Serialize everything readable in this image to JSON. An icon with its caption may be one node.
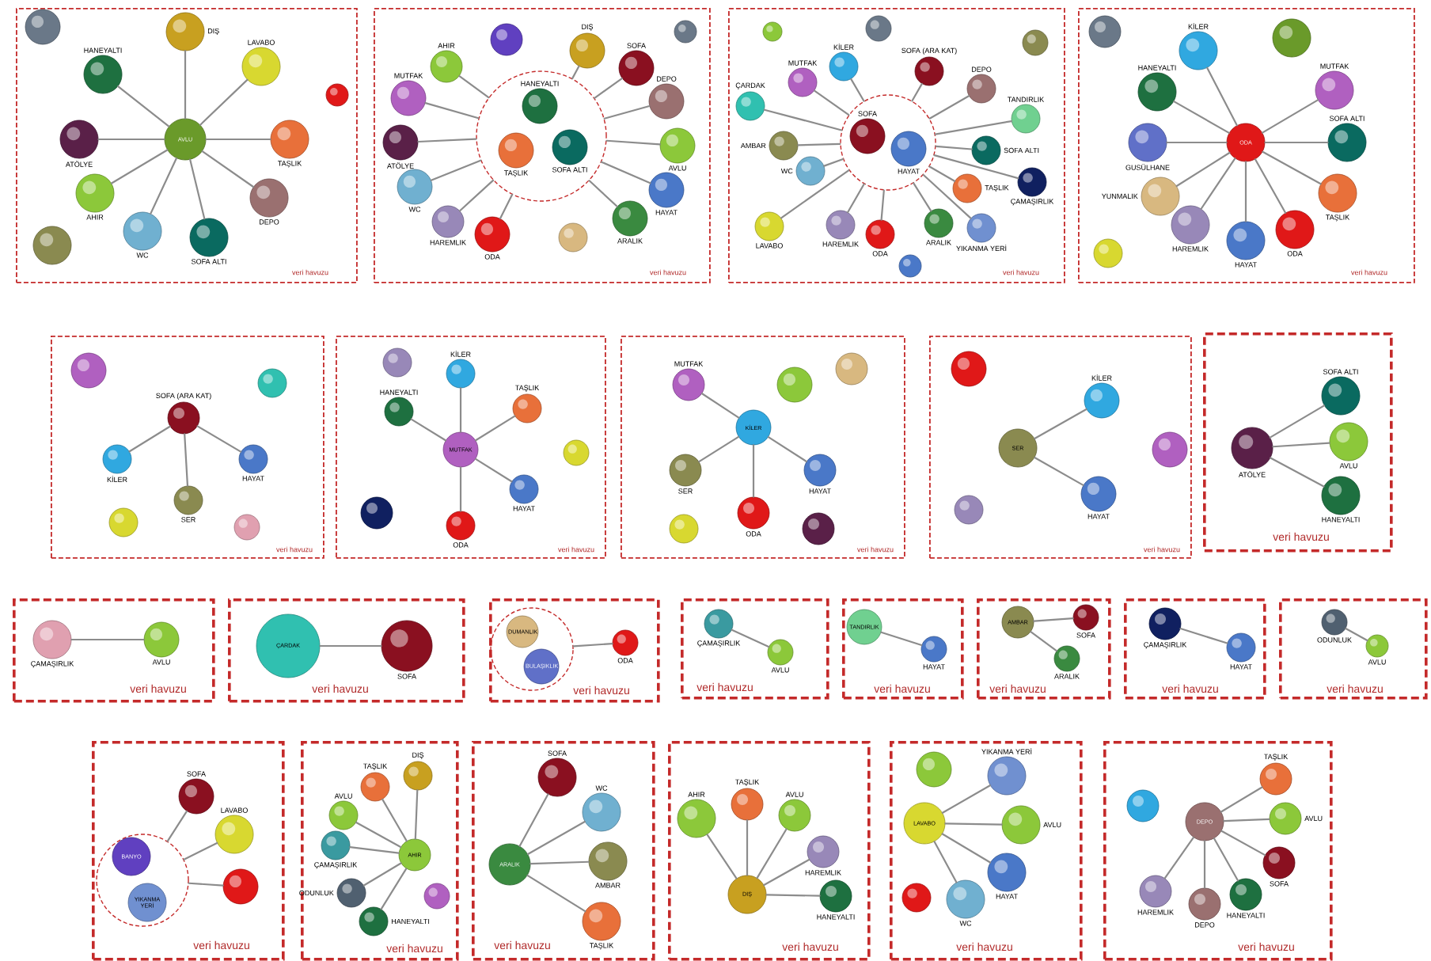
{
  "diagram": {
    "nodes": [
      {
        "text": [
          "veri havuzu"
        ]
      },
      {
        "text": [
          "AVLU"
        ],
        "in": 0
      },
      {
        "text": [
          "DIŞ"
        ],
        "in": 0
      },
      {
        "text": [
          "LAVABO"
        ],
        "in": 0
      },
      {
        "text": [
          "TAŞLIK"
        ],
        "in": 0
      },
      {
        "text": [
          "DEPO"
        ],
        "in": 0
      },
      {
        "text": [
          "SOFA ALTI"
        ],
        "in": 0
      },
      {
        "text": [
          "WC"
        ],
        "in": 0
      },
      {
        "text": [
          "AHIR"
        ],
        "in": 0
      },
      {
        "text": [
          "ATÖLYE"
        ],
        "in": 0
      },
      {
        "text": [
          "HANEYALTI"
        ],
        "in": 0
      },
      {
        "text": [],
        "shape": "circle",
        "in": 0
      },
      {
        "text": [],
        "shape": "circle",
        "in": 0
      },
      {
        "text": [],
        "shape": "circle",
        "in": 0
      },
      {
        "text": [
          "veri havuzu"
        ]
      },
      {
        "text": [],
        "shape": "circle",
        "in": 14
      },
      {
        "text": [
          "HANEYALTI"
        ],
        "in": 15
      },
      {
        "text": [
          "TAŞLIK"
        ],
        "in": 15
      },
      {
        "text": [
          "SOFA ALTI"
        ],
        "in": 15
      },
      {
        "text": [
          "AHIR"
        ],
        "in": 14
      },
      {
        "text": [
          "MUTFAK"
        ],
        "in": 14
      },
      {
        "text": [
          "ATÖLYE"
        ],
        "in": 14
      },
      {
        "text": [
          "WC"
        ],
        "in": 14
      },
      {
        "text": [
          "HAREMLIK"
        ],
        "in": 14
      },
      {
        "text": [
          "ODA"
        ],
        "in": 14
      },
      {
        "text": [
          "DIŞ"
        ],
        "in": 14
      },
      {
        "text": [
          "SOFA"
        ],
        "in": 14
      },
      {
        "text": [
          "DEPO"
        ],
        "in": 14
      },
      {
        "text": [
          "AVLU"
        ],
        "in": 14
      },
      {
        "text": [
          "HAYAT"
        ],
        "in": 14
      },
      {
        "text": [
          "ARALIK"
        ],
        "in": 14
      },
      {
        "text": [],
        "shape": "circle",
        "in": 14
      },
      {
        "text": [],
        "shape": "circle",
        "in": 14
      },
      {
        "text": [],
        "shape": "circle",
        "in": 14
      },
      {
        "text": [
          "veri havuzu"
        ]
      },
      {
        "text": [],
        "shape": "circle",
        "in": 34
      },
      {
        "text": [
          "SOFA"
        ],
        "in": 35
      },
      {
        "text": [
          "HAYAT"
        ],
        "in": 35
      },
      {
        "text": [
          "KİLER"
        ],
        "in": 34
      },
      {
        "text": [
          "MUTFAK"
        ],
        "in": 34
      },
      {
        "text": [
          "ÇARDAK"
        ],
        "in": 34
      },
      {
        "text": [
          "AMBAR"
        ],
        "in": 34
      },
      {
        "text": [
          "WC"
        ],
        "in": 34
      },
      {
        "text": [
          "HAREMLIK"
        ],
        "in": 34
      },
      {
        "text": [
          "LAVABO"
        ],
        "in": 34
      },
      {
        "text": [
          "ODA"
        ],
        "in": 34
      },
      {
        "text": [
          "SOFA (ARA KAT)"
        ],
        "in": 34
      },
      {
        "text": [
          "DEPO"
        ],
        "in": 34
      },
      {
        "text": [
          "TANDIRLIK"
        ],
        "in": 34
      },
      {
        "text": [
          "SOFA ALTI"
        ],
        "in": 34
      },
      {
        "text": [
          "ÇAMAŞIRLIK"
        ],
        "in": 34
      },
      {
        "text": [
          "TAŞLIK"
        ],
        "in": 34
      },
      {
        "text": [
          "ARALIK"
        ],
        "in": 34
      },
      {
        "text": [
          "YIKANMA YERİ"
        ],
        "in": 34
      },
      {
        "text": [],
        "shape": "circle",
        "in": 34
      },
      {
        "text": [],
        "shape": "circle",
        "in": 34
      },
      {
        "text": [],
        "shape": "circle",
        "in": 34
      },
      {
        "text": [],
        "shape": "circle",
        "in": 34
      },
      {
        "text": [
          "veri havuzu"
        ]
      },
      {
        "text": [
          "ODA"
        ],
        "in": 58
      },
      {
        "text": [
          "KİLER"
        ],
        "in": 58
      },
      {
        "text": [
          "HANEYALTI"
        ],
        "in": 58
      },
      {
        "text": [
          "MUTFAK"
        ],
        "in": 58
      },
      {
        "text": [
          "SOFA ALTI"
        ],
        "in": 58
      },
      {
        "text": [
          "TAŞLIK"
        ],
        "in": 58
      },
      {
        "text": [
          "ODA"
        ],
        "in": 58
      },
      {
        "text": [
          "HAYAT"
        ],
        "in": 58
      },
      {
        "text": [
          "HAREMLIK"
        ],
        "in": 58
      },
      {
        "text": [
          "YUNMALIK"
        ],
        "in": 58
      },
      {
        "text": [
          "GUSÜLHANE"
        ],
        "in": 58
      },
      {
        "text": [],
        "shape": "circle",
        "in": 58
      },
      {
        "text": [],
        "shape": "circle",
        "in": 58
      },
      {
        "text": [],
        "shape": "circle",
        "in": 58
      },
      {
        "text": [
          "veri havuzu"
        ]
      },
      {
        "text": [
          "SOFA (ARA KAT)"
        ],
        "in": 73
      },
      {
        "text": [
          "KİLER"
        ],
        "in": 73
      },
      {
        "text": [
          "HAYAT"
        ],
        "in": 73
      },
      {
        "text": [
          "SER"
        ],
        "in": 73
      },
      {
        "text": [],
        "shape": "circle",
        "in": 73
      },
      {
        "text": [],
        "shape": "circle",
        "in": 73
      },
      {
        "text": [],
        "shape": "circle",
        "in": 73
      },
      {
        "text": [],
        "shape": "circle",
        "in": 73
      },
      {
        "text": [
          "veri havuzu"
        ]
      },
      {
        "text": [
          "MUTFAK"
        ],
        "in": 82
      },
      {
        "text": [
          "KİLER"
        ],
        "in": 82
      },
      {
        "text": [
          "HANEYALTI"
        ],
        "in": 82
      },
      {
        "text": [
          "TAŞLIK"
        ],
        "in": 82
      },
      {
        "text": [
          "HAYAT"
        ],
        "in": 82
      },
      {
        "text": [
          "ODA"
        ],
        "in": 82
      },
      {
        "text": [],
        "shape": "circle",
        "in": 82
      },
      {
        "text": [],
        "shape": "circle",
        "in": 82
      },
      {
        "text": [],
        "shape": "circle",
        "in": 82
      },
      {
        "text": [
          "veri havuzu"
        ]
      },
      {
        "text": [
          "KİLER"
        ],
        "in": 92
      },
      {
        "text": [
          "MUTFAK"
        ],
        "in": 92
      },
      {
        "text": [
          "SER"
        ],
        "in": 92
      },
      {
        "text": [
          "HAYAT"
        ],
        "in": 92
      },
      {
        "text": [
          "ODA"
        ],
        "in": 92
      },
      {
        "text": [],
        "shape": "circle",
        "in": 92
      },
      {
        "text": [],
        "shape": "circle",
        "in": 92
      },
      {
        "text": [],
        "shape": "circle",
        "in": 92
      },
      {
        "text": [],
        "shape": "circle",
        "in": 92
      },
      {
        "text": [
          "veri havuzu"
        ]
      },
      {
        "text": [
          "SER"
        ],
        "in": 102
      },
      {
        "text": [
          "KİLER"
        ],
        "in": 102
      },
      {
        "text": [
          "HAYAT"
        ],
        "in": 102
      },
      {
        "text": [],
        "shape": "circle",
        "in": 102
      },
      {
        "text": [],
        "shape": "circle",
        "in": 102
      },
      {
        "text": [],
        "shape": "circle",
        "in": 102
      },
      {
        "text": [
          "veri havuzu"
        ]
      },
      {
        "text": [
          "ATÖLYE"
        ],
        "in": 109
      },
      {
        "text": [
          "SOFA ALTI"
        ],
        "in": 109
      },
      {
        "text": [
          "AVLU"
        ],
        "in": 109
      },
      {
        "text": [
          "HANEYALTI"
        ],
        "in": 109
      },
      {
        "text": [
          "veri havuzu"
        ]
      },
      {
        "text": [
          "ÇAMAŞIRLIK"
        ],
        "in": 114
      },
      {
        "text": [
          "AVLU"
        ],
        "in": 114
      },
      {
        "text": [
          "veri havuzu"
        ]
      },
      {
        "text": [
          "ÇARDAK"
        ],
        "in": 117
      },
      {
        "text": [
          "SOFA"
        ],
        "in": 117
      },
      {
        "text": [
          "veri havuzu"
        ]
      },
      {
        "text": [],
        "shape": "circle",
        "in": 120
      },
      {
        "text": [
          "DUMANLIK"
        ],
        "in": 121
      },
      {
        "text": [
          "BULAŞIKLIK"
        ],
        "in": 121
      },
      {
        "text": [
          "ODA"
        ],
        "in": 120
      },
      {
        "text": [
          "veri havuzu"
        ]
      },
      {
        "text": [
          "ÇAMAŞIRLIK"
        ],
        "in": 125
      },
      {
        "text": [
          "AVLU"
        ],
        "in": 125
      },
      {
        "text": [
          "veri havuzu"
        ]
      },
      {
        "text": [
          "TANDIRLIK"
        ],
        "in": 128
      },
      {
        "text": [
          "HAYAT"
        ],
        "in": 128
      },
      {
        "text": [
          "veri havuzu"
        ]
      },
      {
        "text": [
          "AMBAR"
        ],
        "in": 131
      },
      {
        "text": [
          "SOFA"
        ],
        "in": 131
      },
      {
        "text": [
          "ARALIK"
        ],
        "in": 131
      },
      {
        "text": [
          "veri havuzu"
        ]
      },
      {
        "text": [
          "ÇAMAŞIRLIK"
        ],
        "in": 135
      },
      {
        "text": [
          "HAYAT"
        ],
        "in": 135
      },
      {
        "text": [
          "veri havuzu"
        ]
      },
      {
        "text": [
          "ODUNLUK"
        ],
        "in": 138
      },
      {
        "text": [
          "AVLU"
        ],
        "in": 138
      },
      {
        "text": [
          "veri havuzu"
        ]
      },
      {
        "text": [],
        "shape": "circle",
        "in": 141
      },
      {
        "text": [
          "BANYO"
        ],
        "in": 142
      },
      {
        "text": [
          "YIKANMA YERİ"
        ],
        "in": 142
      },
      {
        "text": [
          "SOFA"
        ],
        "in": 141
      },
      {
        "text": [
          "LAVABO"
        ],
        "in": 141
      },
      {
        "text": [],
        "shape": "circle",
        "in": 141
      },
      {
        "text": [
          "veri havuzu"
        ]
      },
      {
        "text": [
          "AHIR"
        ],
        "in": 148
      },
      {
        "text": [
          "DIŞ"
        ],
        "in": 148
      },
      {
        "text": [
          "TAŞLIK"
        ],
        "in": 148
      },
      {
        "text": [
          "AVLU"
        ],
        "in": 148
      },
      {
        "text": [
          "ÇAMAŞIRLIK"
        ],
        "in": 148
      },
      {
        "text": [
          "ODUNLUK"
        ],
        "in": 148
      },
      {
        "text": [
          "HANEYALTI"
        ],
        "in": 148
      },
      {
        "text": [],
        "shape": "circle",
        "in": 148
      },
      {
        "text": [
          "veri havuzu"
        ]
      },
      {
        "text": [
          "ARALIK"
        ],
        "in": 157
      },
      {
        "text": [
          "SOFA"
        ],
        "in": 157
      },
      {
        "text": [
          "WC"
        ],
        "in": 157
      },
      {
        "text": [
          "AMBAR"
        ],
        "in": 157
      },
      {
        "text": [
          "TAŞLIK"
        ],
        "in": 157
      },
      {
        "text": [
          "veri havuzu"
        ]
      },
      {
        "text": [
          "DIŞ"
        ],
        "in": 163
      },
      {
        "text": [
          "AHIR"
        ],
        "in": 163
      },
      {
        "text": [
          "TAŞLIK"
        ],
        "in": 163
      },
      {
        "text": [
          "AVLU"
        ],
        "in": 163
      },
      {
        "text": [
          "HAREMLIK"
        ],
        "in": 163
      },
      {
        "text": [
          "HANEYALTI"
        ],
        "in": 163
      },
      {
        "text": [
          "veri havuzu"
        ]
      },
      {
        "text": [
          "LAVABO"
        ],
        "in": 170
      },
      {
        "text": [
          "YIKANMA YERİ"
        ],
        "in": 170
      },
      {
        "text": [
          "AVLU"
        ],
        "in": 170
      },
      {
        "text": [
          "HAYAT"
        ],
        "in": 170
      },
      {
        "text": [
          "WC"
        ],
        "in": 170
      },
      {
        "text": [],
        "shape": "circle",
        "in": 170
      },
      {
        "text": [],
        "shape": "circle",
        "in": 170
      },
      {
        "text": [
          "veri havuzu"
        ]
      },
      {
        "text": [
          "DEPO"
        ],
        "in": 178
      },
      {
        "text": [
          "TAŞLIK"
        ],
        "in": 178
      },
      {
        "text": [
          "AVLU"
        ],
        "in": 178
      },
      {
        "text": [
          "SOFA"
        ],
        "in": 178
      },
      {
        "text": [
          "HANEYALTI"
        ],
        "in": 178
      },
      {
        "text": [
          "DEPO"
        ],
        "in": 178
      },
      {
        "text": [
          "HAREMLIK"
        ],
        "in": 178
      },
      {
        "text": [],
        "shape": "circle",
        "in": 178
      }
    ],
    "edges": [
      {
        "from": 1,
        "to": 2,
        "arrow": "none"
      },
      {
        "from": 1,
        "to": 3,
        "arrow": "none"
      },
      {
        "from": 1,
        "to": 4,
        "arrow": "none"
      },
      {
        "from": 1,
        "to": 5,
        "arrow": "none"
      },
      {
        "from": 1,
        "to": 6,
        "arrow": "none"
      },
      {
        "from": 1,
        "to": 7,
        "arrow": "none"
      },
      {
        "from": 1,
        "to": 8,
        "arrow": "none"
      },
      {
        "from": 1,
        "to": 9,
        "arrow": "none"
      },
      {
        "from": 1,
        "to": 10,
        "arrow": "none"
      },
      {
        "from": 15,
        "to": 19,
        "arrow": "none"
      },
      {
        "from": 15,
        "to": 20,
        "arrow": "none"
      },
      {
        "from": 15,
        "to": 21,
        "arrow": "none"
      },
      {
        "from": 15,
        "to": 22,
        "arrow": "none"
      },
      {
        "from": 15,
        "to": 23,
        "arrow": "none"
      },
      {
        "from": 15,
        "to": 24,
        "arrow": "none"
      },
      {
        "from": 15,
        "to": 25,
        "arrow": "none"
      },
      {
        "from": 15,
        "to": 26,
        "arrow": "none"
      },
      {
        "from": 15,
        "to": 27,
        "arrow": "none"
      },
      {
        "from": 15,
        "to": 28,
        "arrow": "none"
      },
      {
        "from": 15,
        "to": 29,
        "arrow": "none"
      },
      {
        "from": 15,
        "to": 30,
        "arrow": "none"
      },
      {
        "from": 35,
        "to": 38,
        "arrow": "none"
      },
      {
        "from": 35,
        "to": 39,
        "arrow": "none"
      },
      {
        "from": 35,
        "to": 40,
        "arrow": "none"
      },
      {
        "from": 35,
        "to": 41,
        "arrow": "none"
      },
      {
        "from": 35,
        "to": 42,
        "arrow": "none"
      },
      {
        "from": 35,
        "to": 43,
        "arrow": "none"
      },
      {
        "from": 35,
        "to": 44,
        "arrow": "none"
      },
      {
        "from": 35,
        "to": 45,
        "arrow": "none"
      },
      {
        "from": 35,
        "to": 46,
        "arrow": "none"
      },
      {
        "from": 35,
        "to": 47,
        "arrow": "none"
      },
      {
        "from": 35,
        "to": 48,
        "arrow": "none"
      },
      {
        "from": 35,
        "to": 49,
        "arrow": "none"
      },
      {
        "from": 35,
        "to": 50,
        "arrow": "none"
      },
      {
        "from": 35,
        "to": 51,
        "arrow": "none"
      },
      {
        "from": 35,
        "to": 52,
        "arrow": "none"
      },
      {
        "from": 35,
        "to": 53,
        "arrow": "none"
      },
      {
        "from": 59,
        "to": 60,
        "arrow": "none"
      },
      {
        "from": 59,
        "to": 61,
        "arrow": "none"
      },
      {
        "from": 59,
        "to": 62,
        "arrow": "none"
      },
      {
        "from": 59,
        "to": 63,
        "arrow": "none"
      },
      {
        "from": 59,
        "to": 64,
        "arrow": "none"
      },
      {
        "from": 59,
        "to": 65,
        "arrow": "none"
      },
      {
        "from": 59,
        "to": 66,
        "arrow": "none"
      },
      {
        "from": 59,
        "to": 67,
        "arrow": "none"
      },
      {
        "from": 59,
        "to": 68,
        "arrow": "none"
      },
      {
        "from": 59,
        "to": 69,
        "arrow": "none"
      },
      {
        "from": 74,
        "to": 75,
        "arrow": "none"
      },
      {
        "from": 74,
        "to": 76,
        "arrow": "none"
      },
      {
        "from": 74,
        "to": 77,
        "arrow": "none"
      },
      {
        "from": 83,
        "to": 84,
        "arrow": "none"
      },
      {
        "from": 83,
        "to": 85,
        "arrow": "none"
      },
      {
        "from": 83,
        "to": 86,
        "arrow": "none"
      },
      {
        "from": 83,
        "to": 87,
        "arrow": "none"
      },
      {
        "from": 83,
        "to": 88,
        "arrow": "none"
      },
      {
        "from": 93,
        "to": 94,
        "arrow": "none"
      },
      {
        "from": 93,
        "to": 95,
        "arrow": "none"
      },
      {
        "from": 93,
        "to": 96,
        "arrow": "none"
      },
      {
        "from": 93,
        "to": 97,
        "arrow": "none"
      },
      {
        "from": 103,
        "to": 104,
        "arrow": "none"
      },
      {
        "from": 103,
        "to": 105,
        "arrow": "none"
      },
      {
        "from": 110,
        "to": 111,
        "arrow": "none"
      },
      {
        "from": 110,
        "to": 112,
        "arrow": "none"
      },
      {
        "from": 110,
        "to": 113,
        "arrow": "none"
      },
      {
        "from": 115,
        "to": 116,
        "arrow": "none"
      },
      {
        "from": 118,
        "to": 119,
        "arrow": "none"
      },
      {
        "from": 121,
        "to": 124,
        "arrow": "none"
      },
      {
        "from": 126,
        "to": 127,
        "arrow": "none"
      },
      {
        "from": 129,
        "to": 130,
        "arrow": "none"
      },
      {
        "from": 132,
        "to": 133,
        "arrow": "none"
      },
      {
        "from": 132,
        "to": 134,
        "arrow": "none"
      },
      {
        "from": 136,
        "to": 137,
        "arrow": "none"
      },
      {
        "from": 139,
        "to": 140,
        "arrow": "none"
      },
      {
        "from": 142,
        "to": 145,
        "arrow": "none"
      },
      {
        "from": 142,
        "to": 146,
        "arrow": "none"
      },
      {
        "from": 142,
        "to": 147,
        "arrow": "none"
      },
      {
        "from": 149,
        "to": 150,
        "arrow": "none"
      },
      {
        "from": 149,
        "to": 151,
        "arrow": "none"
      },
      {
        "from": 149,
        "to": 152,
        "arrow": "none"
      },
      {
        "from": 149,
        "to": 153,
        "arrow": "none"
      },
      {
        "from": 149,
        "to": 154,
        "arrow": "none"
      },
      {
        "from": 149,
        "to": 155,
        "arrow": "none"
      },
      {
        "from": 158,
        "to": 159,
        "arrow": "none"
      },
      {
        "from": 158,
        "to": 160,
        "arrow": "none"
      },
      {
        "from": 158,
        "to": 161,
        "arrow": "none"
      },
      {
        "from": 158,
        "to": 162,
        "arrow": "none"
      },
      {
        "from": 164,
        "to": 165,
        "arrow": "none"
      },
      {
        "from": 164,
        "to": 166,
        "arrow": "none"
      },
      {
        "from": 164,
        "to": 167,
        "arrow": "none"
      },
      {
        "from": 164,
        "to": 168,
        "arrow": "none"
      },
      {
        "from": 164,
        "to": 169,
        "arrow": "none"
      },
      {
        "from": 171,
        "to": 172,
        "arrow": "none"
      },
      {
        "from": 171,
        "to": 173,
        "arrow": "none"
      },
      {
        "from": 171,
        "to": 174,
        "arrow": "none"
      },
      {
        "from": 171,
        "to": 175,
        "arrow": "none"
      },
      {
        "from": 179,
        "to": 180,
        "arrow": "none"
      },
      {
        "from": 179,
        "to": 181,
        "arrow": "none"
      },
      {
        "from": 179,
        "to": 182,
        "arrow": "none"
      },
      {
        "from": 179,
        "to": 183,
        "arrow": "none"
      },
      {
        "from": 179,
        "to": 184,
        "arrow": "none"
      },
      {
        "from": 179,
        "to": 185,
        "arrow": "none"
      }
    ]
  }
}
